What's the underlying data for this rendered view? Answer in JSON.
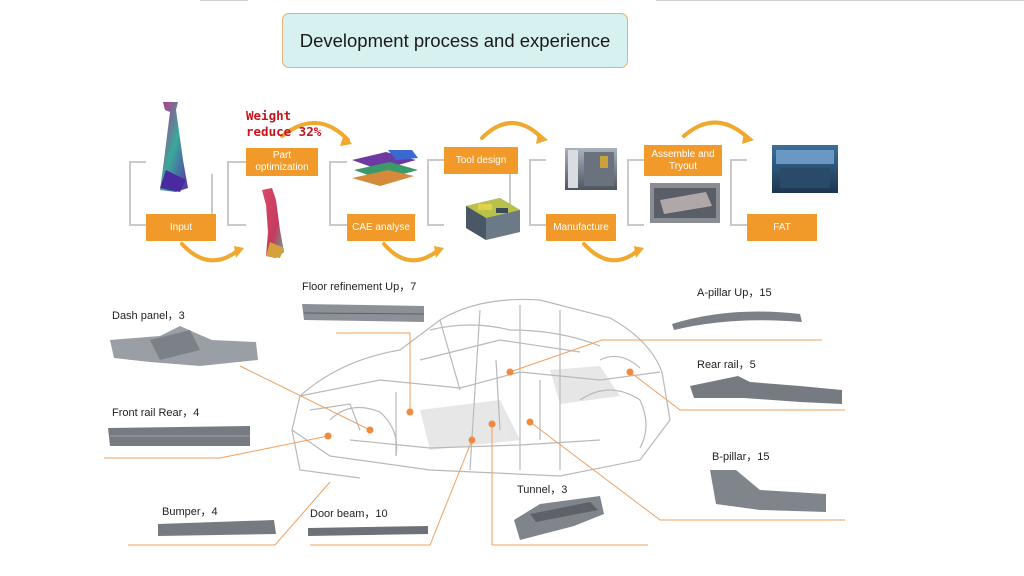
{
  "title": "Development process and experience",
  "colors": {
    "accent": "#f19a2a",
    "title_bg": "#d6f1ef",
    "leader": "#f0a060",
    "note": "#c8141b"
  },
  "process": {
    "weight_note": "Weight reduce 32%",
    "steps": [
      {
        "id": "input",
        "label": "Input"
      },
      {
        "id": "part",
        "label": "Part optimization"
      },
      {
        "id": "cae",
        "label": "CAE analyse"
      },
      {
        "id": "tool",
        "label": "Tool design"
      },
      {
        "id": "manufacture",
        "label": "Manufacture"
      },
      {
        "id": "assemble",
        "label": "Assemble and Tryout"
      },
      {
        "id": "fat",
        "label": "FAT"
      }
    ]
  },
  "parts": [
    {
      "id": "floor",
      "label": "Floor refinement Up，7"
    },
    {
      "id": "dash",
      "label": "Dash panel，3"
    },
    {
      "id": "front-rail",
      "label": "Front rail Rear，4"
    },
    {
      "id": "bumper",
      "label": "Bumper，4"
    },
    {
      "id": "door-beam",
      "label": "Door beam，10"
    },
    {
      "id": "tunnel",
      "label": "Tunnel，3"
    },
    {
      "id": "a-pillar",
      "label": "A-pillar Up，15"
    },
    {
      "id": "rear-rail",
      "label": "Rear rail，5"
    },
    {
      "id": "b-pillar",
      "label": "B-pillar，15"
    }
  ]
}
